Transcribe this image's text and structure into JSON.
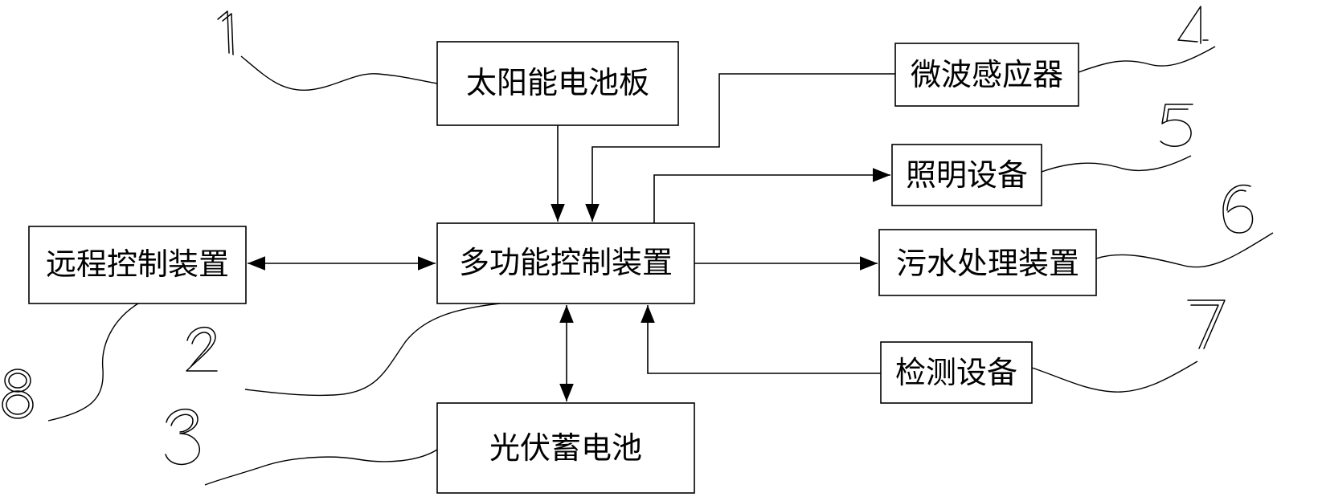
{
  "blocks": {
    "solar_panel": "太阳能电池板",
    "microwave_sensor": "微波感应器",
    "lighting": "照明设备",
    "remote_control": "远程控制装置",
    "controller": "多功能控制装置",
    "sewage_treatment": "污水处理装置",
    "detection": "检测设备",
    "battery": "光伏蓄电池"
  },
  "reference_numerals": [
    "1",
    "2",
    "3",
    "4",
    "5",
    "6",
    "7",
    "8"
  ]
}
